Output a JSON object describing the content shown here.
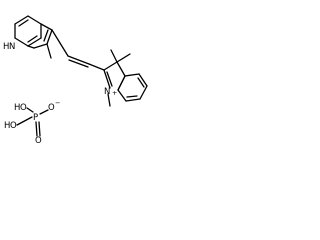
{
  "labels": {
    "indole_nh": "H",
    "indole_n": "N",
    "cation_n": "N",
    "cation_charge": "+",
    "phosphate_o_top_left": "O",
    "phosphate_h_top_left": "H",
    "phosphate_o_mid_left": "O",
    "phosphate_h_mid_left": "H",
    "phosphate_p": "P",
    "phosphate_o_right": "O",
    "phosphate_o_right_charge": "−",
    "phosphate_o_bottom": "O"
  },
  "colors": {
    "ink": "#000000",
    "background": "#ffffff"
  }
}
